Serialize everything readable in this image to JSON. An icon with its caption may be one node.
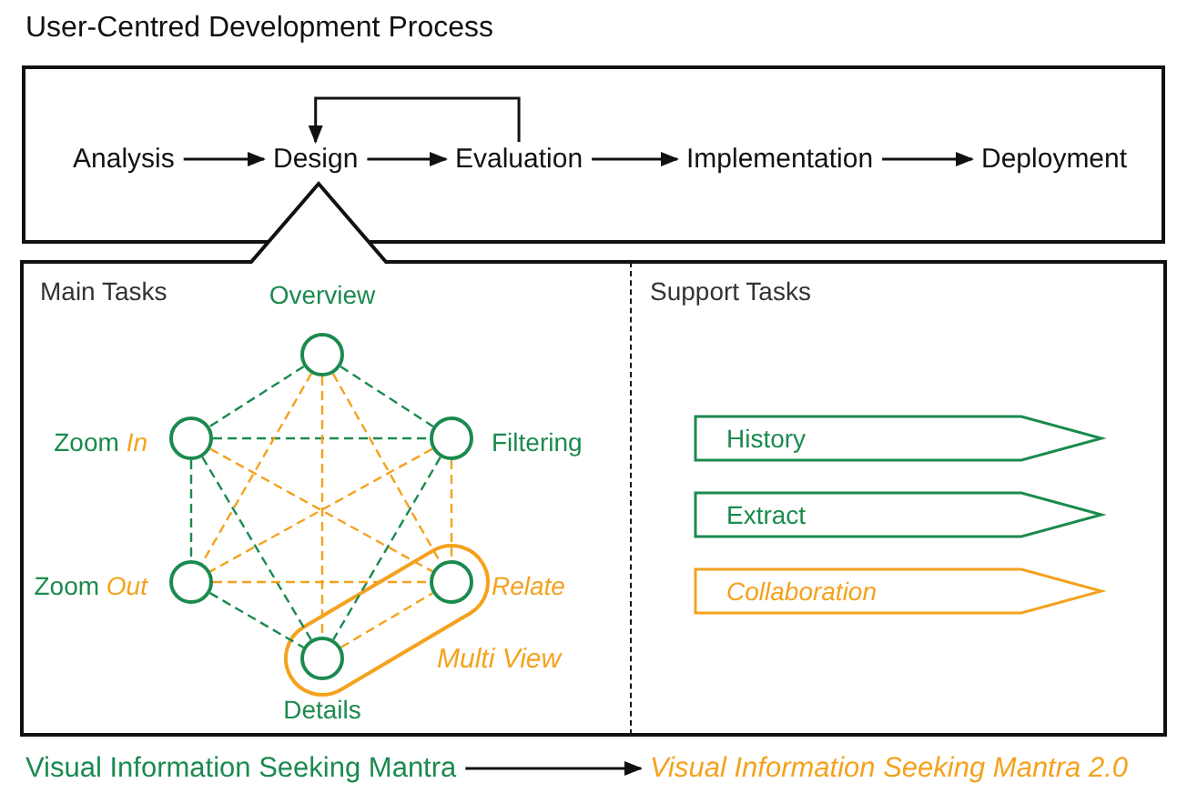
{
  "diagram": {
    "nodes": [
      {
        "text": [
          "User-Centred Development Process"
        ]
      },
      {
        "text": [
          "Analysis"
        ],
        "in": 0
      },
      {
        "text": [
          "Design"
        ],
        "in": 0
      },
      {
        "text": [
          "Evaluation"
        ],
        "in": 0
      },
      {
        "text": [
          "Implementation"
        ],
        "in": 0
      },
      {
        "text": [
          "Deployment"
        ],
        "in": 0
      },
      {
        "text": [],
        "shape": "box"
      },
      {
        "text": [
          "Main Tasks"
        ],
        "in": 6
      },
      {
        "text": [
          "Support Tasks"
        ],
        "in": 6
      },
      {
        "text": [],
        "shape": "circle",
        "beside": [
          "Overview"
        ],
        "in": 7
      },
      {
        "text": [],
        "shape": "circle",
        "beside": [
          "Zoom *In*"
        ],
        "in": 7
      },
      {
        "text": [],
        "shape": "circle",
        "beside": [
          "Filtering"
        ],
        "in": 7
      },
      {
        "text": [],
        "shape": "circle",
        "beside": [
          "Zoom *Out*"
        ],
        "in": 7
      },
      {
        "text": [
          "Multi View"
        ],
        "in": 7
      },
      {
        "text": [],
        "shape": "circle",
        "beside": [
          "Relate"
        ],
        "in": 13
      },
      {
        "text": [],
        "shape": "circle",
        "beside": [
          "Details"
        ],
        "in": 13
      },
      {
        "text": [
          "History"
        ],
        "in": 8
      },
      {
        "text": [
          "Extract"
        ],
        "in": 8
      },
      {
        "text": [
          "Collaboration"
        ],
        "in": 8
      },
      {
        "text": [
          "Visual Information Seeking Mantra"
        ]
      },
      {
        "text": [
          "Visual Information Seeking Mantra 2.0"
        ]
      }
    ],
    "edges": [
      {
        "from": 1,
        "to": 2,
        "arrow": "to",
        "color": "#111111"
      },
      {
        "from": 2,
        "to": 3,
        "arrow": "to",
        "color": "#111111"
      },
      {
        "from": 3,
        "to": 2,
        "arrow": "to",
        "color": "#111111"
      },
      {
        "from": 3,
        "to": 4,
        "arrow": "to",
        "color": "#111111"
      },
      {
        "from": 4,
        "to": 5,
        "arrow": "to",
        "color": "#111111"
      },
      {
        "from": 9,
        "to": 10,
        "arrow": "none",
        "style": "dashed",
        "color": "#1b8a4e"
      },
      {
        "from": 9,
        "to": 11,
        "arrow": "none",
        "style": "dashed",
        "color": "#1b8a4e"
      },
      {
        "from": 10,
        "to": 11,
        "arrow": "none",
        "style": "dashed",
        "color": "#1b8a4e"
      },
      {
        "from": 10,
        "to": 12,
        "arrow": "none",
        "style": "dashed",
        "color": "#1b8a4e"
      },
      {
        "from": 10,
        "to": 15,
        "arrow": "none",
        "style": "dashed",
        "color": "#1b8a4e"
      },
      {
        "from": 11,
        "to": 15,
        "arrow": "none",
        "style": "dashed",
        "color": "#1b8a4e"
      },
      {
        "from": 12,
        "to": 15,
        "arrow": "none",
        "style": "dashed",
        "color": "#1b8a4e"
      },
      {
        "from": 9,
        "to": 12,
        "arrow": "none",
        "style": "dashed",
        "color": "#f4a21d"
      },
      {
        "from": 9,
        "to": 14,
        "arrow": "none",
        "style": "dashed",
        "color": "#f4a21d"
      },
      {
        "from": 9,
        "to": 15,
        "arrow": "none",
        "style": "dashed",
        "color": "#f4a21d"
      },
      {
        "from": 10,
        "to": 14,
        "arrow": "none",
        "style": "dashed",
        "color": "#f4a21d"
      },
      {
        "from": 11,
        "to": 12,
        "arrow": "none",
        "style": "dashed",
        "color": "#f4a21d"
      },
      {
        "from": 11,
        "to": 14,
        "arrow": "none",
        "style": "dashed",
        "color": "#f4a21d"
      },
      {
        "from": 12,
        "to": 14,
        "arrow": "none",
        "style": "dashed",
        "color": "#f4a21d"
      },
      {
        "from": 15,
        "to": 14,
        "arrow": "none",
        "style": "dashed",
        "color": "#f4a21d"
      },
      {
        "from": 19,
        "to": 20,
        "arrow": "to",
        "color": "#111111"
      }
    ]
  }
}
